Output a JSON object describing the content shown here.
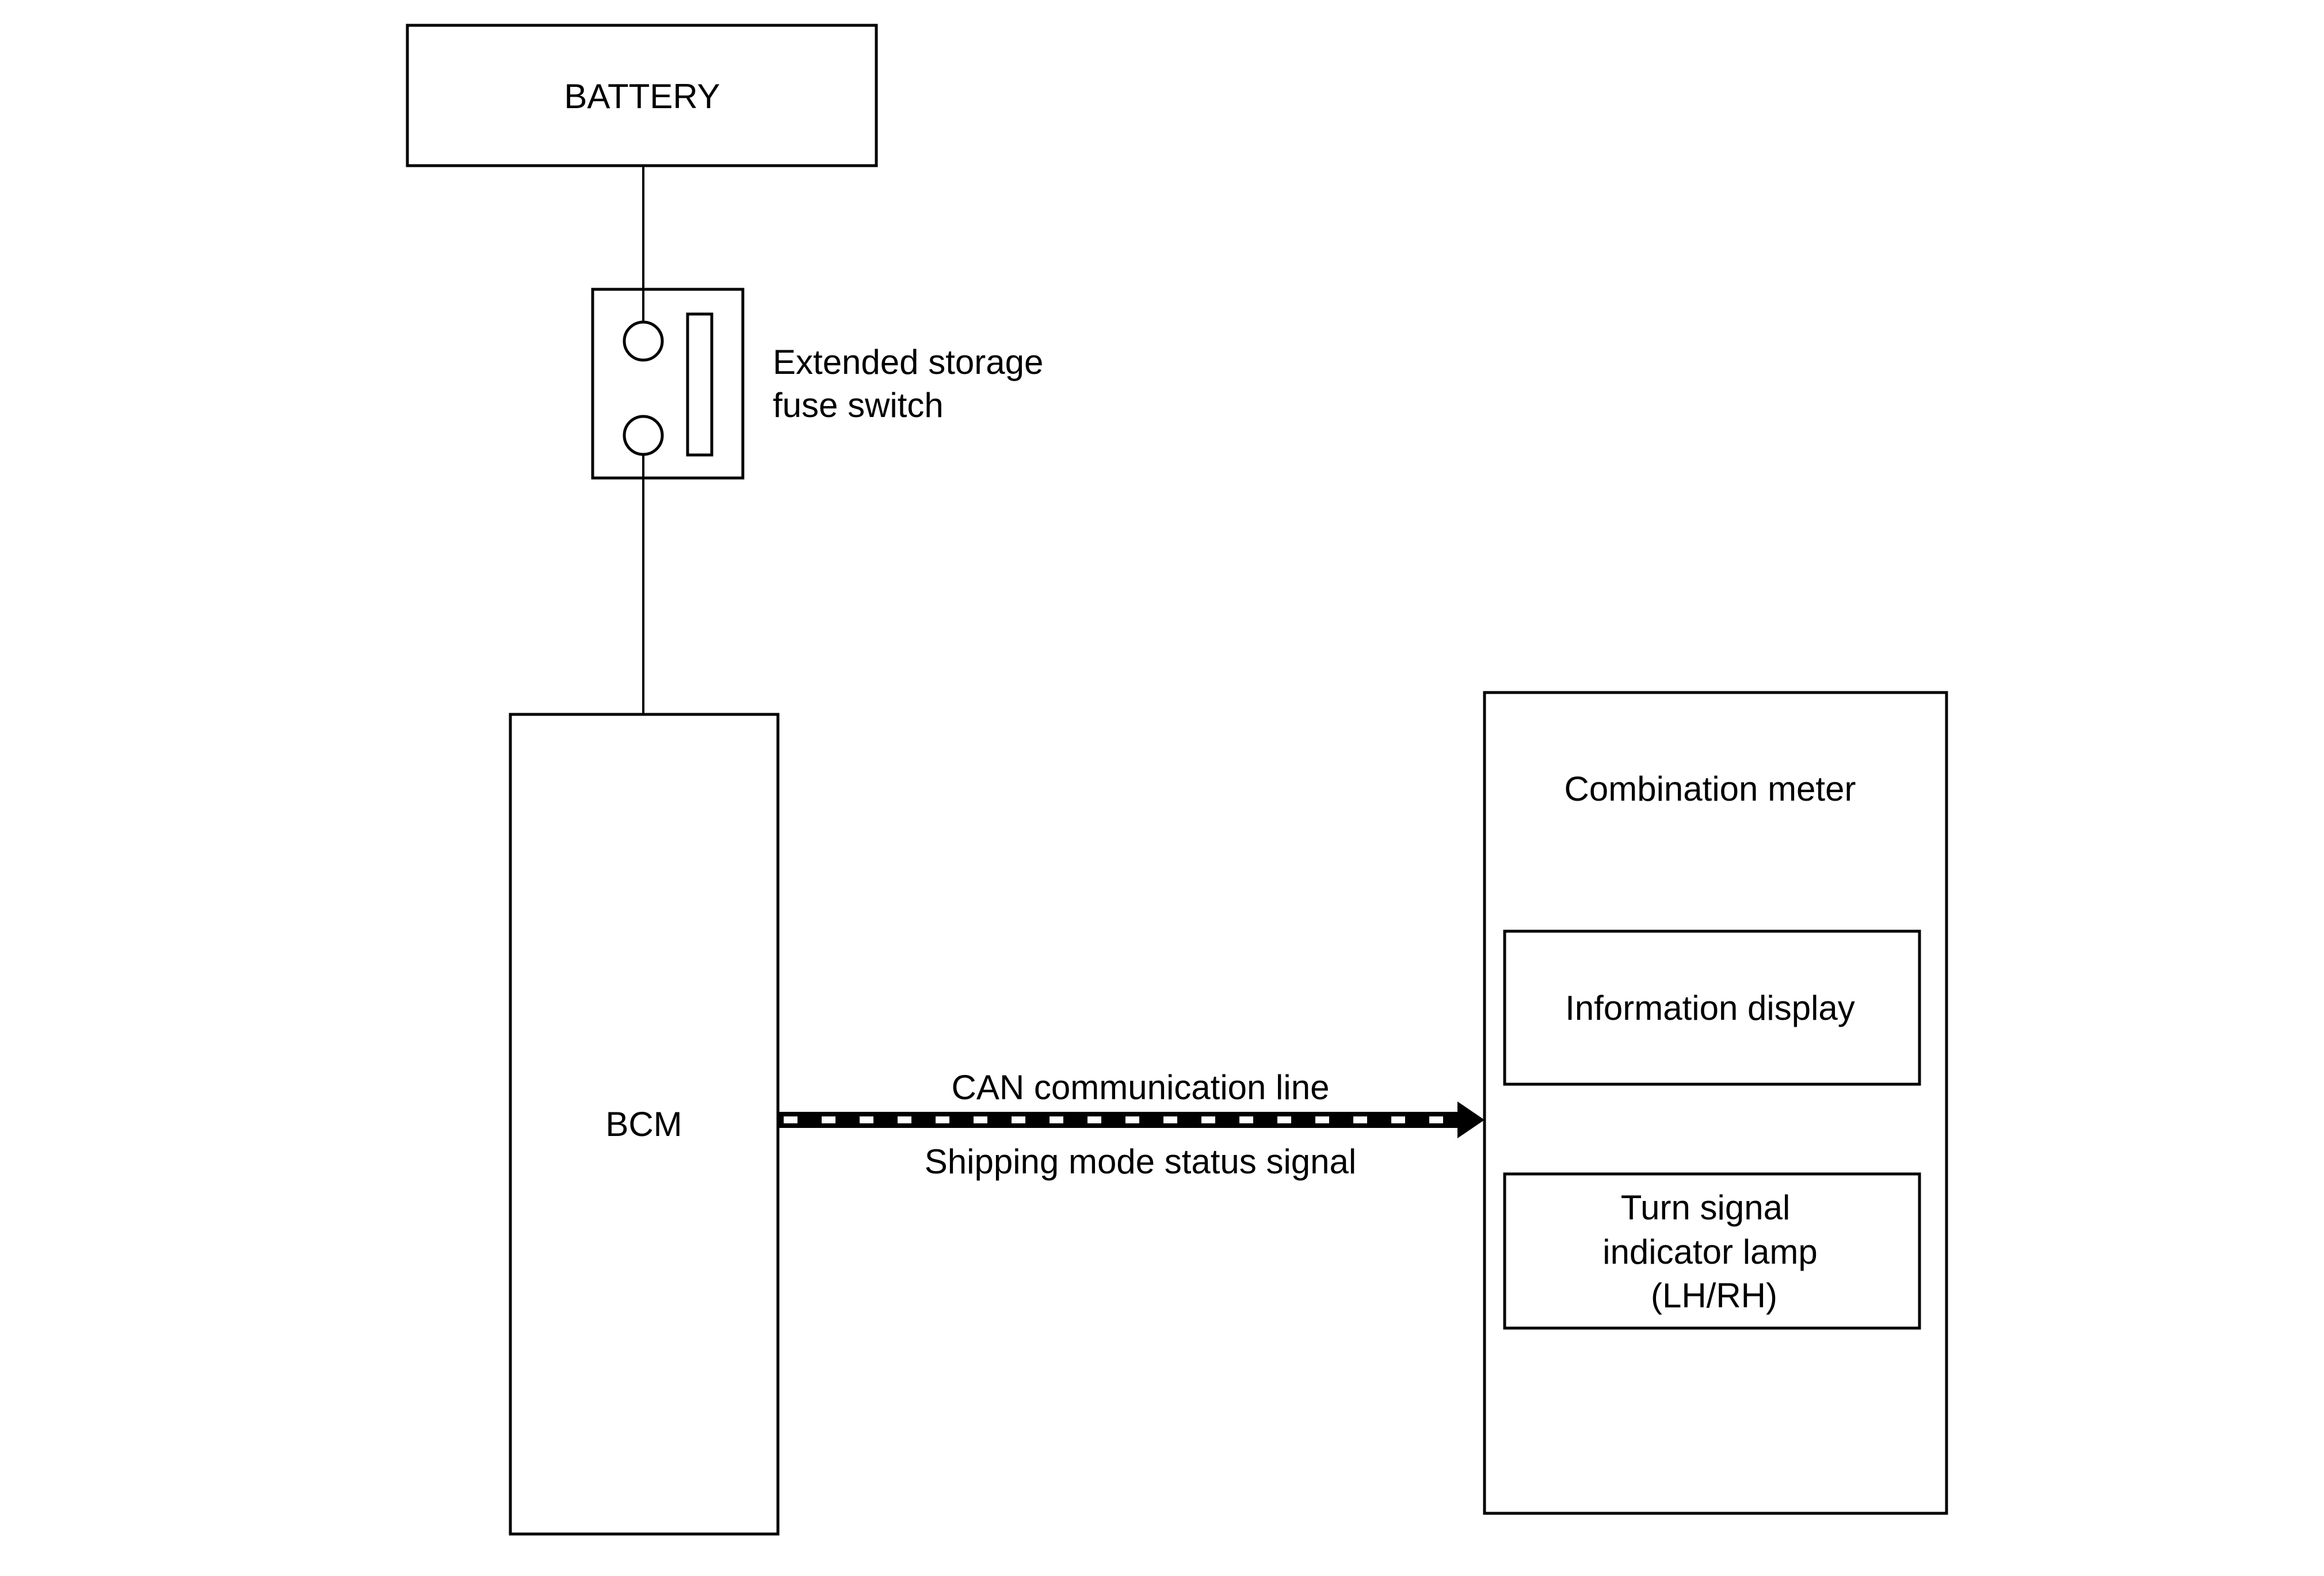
{
  "battery": {
    "label": "BATTERY"
  },
  "fuse_switch": {
    "label_line1": "Extended storage",
    "label_line2": "fuse switch"
  },
  "bcm": {
    "label": "BCM"
  },
  "can_line": {
    "label_above": "CAN communication line",
    "label_below": "Shipping mode status signal"
  },
  "combination_meter": {
    "label": "Combination meter",
    "information_display": {
      "label": "Information display"
    },
    "turn_signal_lamp": {
      "line1": "Turn signal",
      "line2": "indicator lamp",
      "line3": "(LH/RH)"
    }
  }
}
